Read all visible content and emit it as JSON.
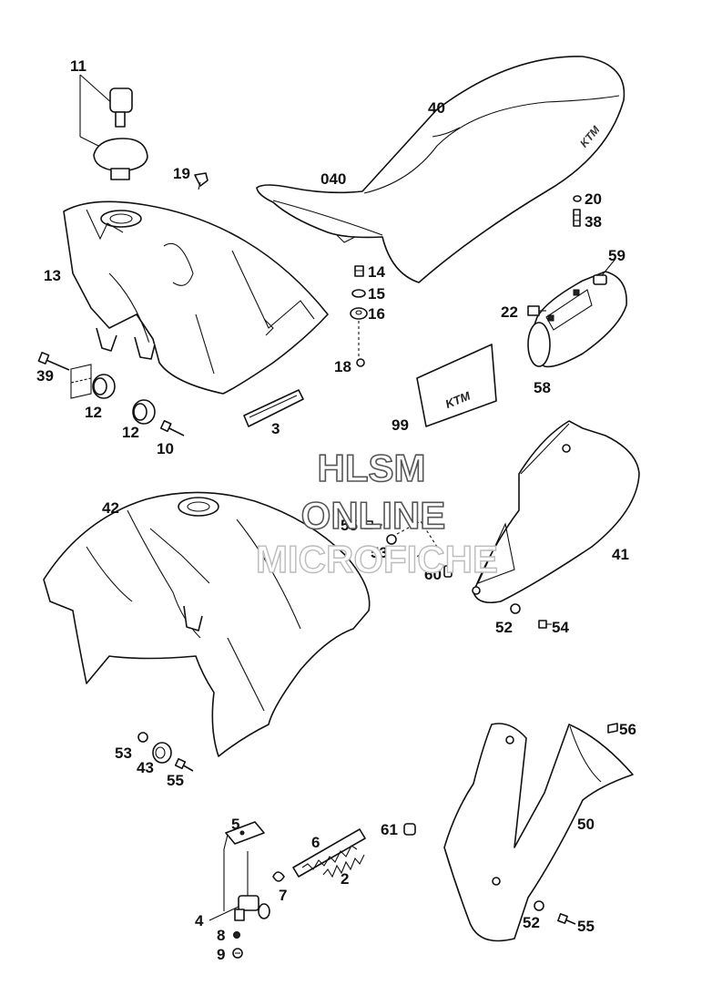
{
  "watermark": {
    "line1": "HLSM",
    "line2": "ONLINE",
    "line3": "MICROFICHE"
  },
  "labels": {
    "p11": "11",
    "p19": "19",
    "p40": "40",
    "p040": "040",
    "p20": "20",
    "p38": "38",
    "p13": "13",
    "p14": "14",
    "p15": "15",
    "p16": "16",
    "p59": "59",
    "p22": "22",
    "p58": "58",
    "p18": "18",
    "p39": "39",
    "p12a": "12",
    "p12b": "12",
    "p10": "10",
    "p3": "3",
    "p99": "99",
    "p42": "42",
    "p55a": "55",
    "p53a": "53",
    "p60": "60",
    "p41": "41",
    "p52a": "52",
    "p54": "54",
    "p53b": "53",
    "p43": "43",
    "p55b": "55",
    "p56": "56",
    "p50": "50",
    "p5": "5",
    "p6": "6",
    "p61": "61",
    "p2": "2",
    "p7": "7",
    "p4": "4",
    "p8": "8",
    "p9": "9",
    "p52b": "52",
    "p55c": "55"
  }
}
